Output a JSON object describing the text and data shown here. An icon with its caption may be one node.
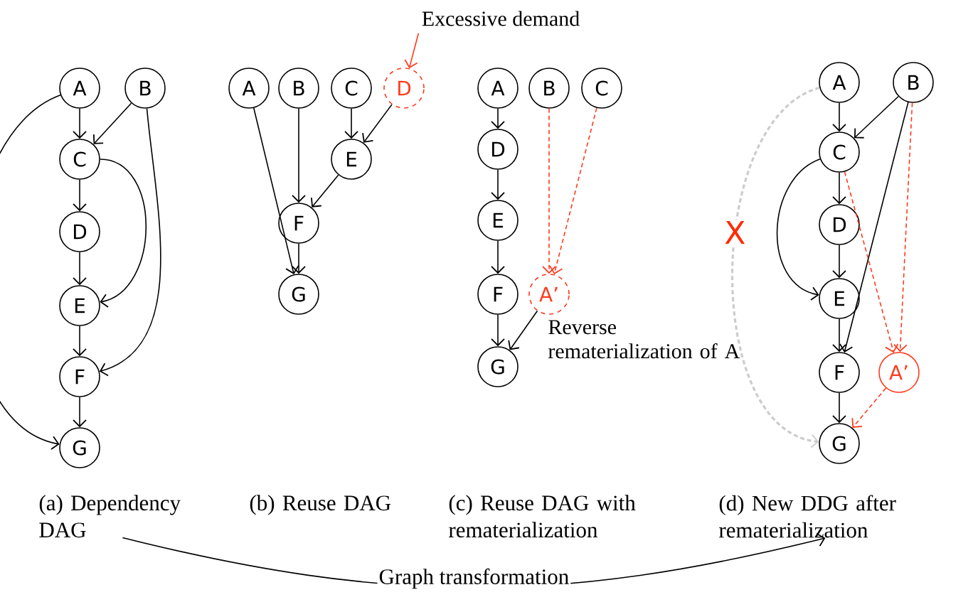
{
  "diagram": {
    "nodes": [
      {
        "text": [
          "A"
        ]
      },
      {
        "text": [
          "B"
        ]
      },
      {
        "text": [
          "C"
        ]
      },
      {
        "text": [
          "D"
        ]
      },
      {
        "text": [
          "E"
        ]
      },
      {
        "text": [
          "F"
        ]
      },
      {
        "text": [
          "G"
        ]
      },
      {
        "text": [
          "Excessive demand"
        ]
      },
      {
        "text": [
          "A"
        ]
      },
      {
        "text": [
          "B"
        ]
      },
      {
        "text": [
          "C"
        ]
      },
      {
        "text": [
          "D"
        ]
      },
      {
        "text": [
          "E"
        ]
      },
      {
        "text": [
          "F"
        ]
      },
      {
        "text": [
          "G"
        ]
      },
      {
        "text": [
          "A"
        ]
      },
      {
        "text": [
          "B"
        ]
      },
      {
        "text": [
          "C"
        ]
      },
      {
        "text": [
          "D"
        ]
      },
      {
        "text": [
          "E"
        ]
      },
      {
        "text": [
          "F"
        ]
      },
      {
        "text": [
          "A’"
        ],
        "beside": [
          "Reverse rematerialization of A"
        ]
      },
      {
        "text": [
          "G"
        ]
      },
      {
        "text": [
          "A"
        ]
      },
      {
        "text": [
          "B"
        ]
      },
      {
        "text": [
          "C"
        ]
      },
      {
        "text": [
          "D"
        ]
      },
      {
        "text": [
          "E"
        ]
      },
      {
        "text": [
          "F"
        ]
      },
      {
        "text": [
          "A’"
        ]
      },
      {
        "text": [
          "G"
        ]
      },
      {
        "text": [
          "(a) Dependency DAG"
        ]
      },
      {
        "text": [
          "(b) Reuse DAG"
        ]
      },
      {
        "text": [
          "(c) Reuse DAG with rematerialization"
        ]
      },
      {
        "text": [
          "(d) New DDG after rematerialization"
        ]
      }
    ],
    "edges": [
      {
        "from": 0,
        "to": 2,
        "arrow": "to"
      },
      {
        "from": 1,
        "to": 2,
        "arrow": "to"
      },
      {
        "from": 2,
        "to": 3,
        "arrow": "to"
      },
      {
        "from": 3,
        "to": 4,
        "arrow": "to"
      },
      {
        "from": 4,
        "to": 5,
        "arrow": "to"
      },
      {
        "from": 5,
        "to": 6,
        "arrow": "to"
      },
      {
        "from": 2,
        "to": 4,
        "arrow": "to"
      },
      {
        "from": 1,
        "to": 5,
        "arrow": "to"
      },
      {
        "from": 0,
        "to": 6,
        "arrow": "to"
      },
      {
        "from": 7,
        "to": 11,
        "arrow": "to",
        "color": "#ff3b1f"
      },
      {
        "from": 8,
        "to": 14,
        "arrow": "to"
      },
      {
        "from": 9,
        "to": 13,
        "arrow": "to"
      },
      {
        "from": 10,
        "to": 12,
        "arrow": "to"
      },
      {
        "from": 11,
        "to": 12,
        "arrow": "to"
      },
      {
        "from": 12,
        "to": 13,
        "arrow": "to"
      },
      {
        "from": 13,
        "to": 14,
        "arrow": "to"
      },
      {
        "from": 15,
        "to": 18,
        "arrow": "to"
      },
      {
        "from": 18,
        "to": 19,
        "arrow": "to"
      },
      {
        "from": 19,
        "to": 20,
        "arrow": "to"
      },
      {
        "from": 20,
        "to": 22,
        "arrow": "to"
      },
      {
        "from": 16,
        "to": 21,
        "arrow": "to",
        "style": "dashed",
        "color": "#ff3b1f"
      },
      {
        "from": 17,
        "to": 21,
        "arrow": "to",
        "style": "dashed",
        "color": "#ff3b1f"
      },
      {
        "from": 21,
        "to": 22,
        "arrow": "to"
      },
      {
        "from": 23,
        "to": 25,
        "arrow": "to"
      },
      {
        "from": 24,
        "to": 25,
        "arrow": "to"
      },
      {
        "from": 25,
        "to": 26,
        "arrow": "to"
      },
      {
        "from": 26,
        "to": 27,
        "arrow": "to"
      },
      {
        "from": 27,
        "to": 28,
        "arrow": "to"
      },
      {
        "from": 28,
        "to": 30,
        "arrow": "to"
      },
      {
        "from": 25,
        "to": 27,
        "arrow": "to"
      },
      {
        "from": 24,
        "to": 28,
        "arrow": "to"
      },
      {
        "from": 25,
        "to": 29,
        "arrow": "to",
        "style": "dashed",
        "color": "#ff3b1f"
      },
      {
        "from": 24,
        "to": 29,
        "arrow": "to",
        "style": "dashed",
        "color": "#ff3b1f"
      },
      {
        "from": 29,
        "to": 30,
        "arrow": "to",
        "style": "dashed",
        "color": "#ff3b1f"
      },
      {
        "from": 23,
        "to": 30,
        "arrow": "to",
        "style": "dashed",
        "color": "#cccccc",
        "label": "X"
      },
      {
        "from": 31,
        "to": 34,
        "arrow": "to",
        "label": "Graph transformation"
      }
    ]
  }
}
